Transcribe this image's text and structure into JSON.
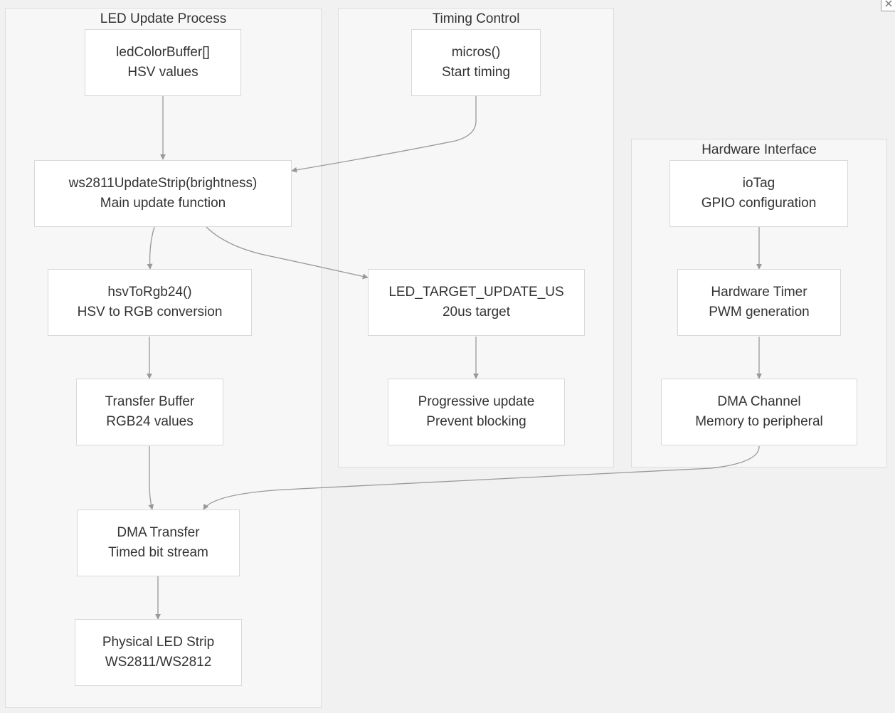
{
  "clusters": {
    "led_update": {
      "title": "LED Update Process"
    },
    "timing": {
      "title": "Timing Control"
    },
    "hardware": {
      "title": "Hardware Interface"
    }
  },
  "nodes": {
    "led_color_buffer": {
      "line1": "ledColorBuffer[]",
      "line2": "HSV values"
    },
    "update_strip": {
      "line1": "ws2811UpdateStrip(brightness)",
      "line2": "Main update function"
    },
    "hsv_to_rgb": {
      "line1": "hsvToRgb24()",
      "line2": "HSV to RGB conversion"
    },
    "transfer_buffer": {
      "line1": "Transfer Buffer",
      "line2": "RGB24 values"
    },
    "dma_transfer": {
      "line1": "DMA Transfer",
      "line2": "Timed bit stream"
    },
    "physical_strip": {
      "line1": "Physical LED Strip",
      "line2": "WS2811/WS2812"
    },
    "micros": {
      "line1": "micros()",
      "line2": "Start timing"
    },
    "target_update": {
      "line1": "LED_TARGET_UPDATE_US",
      "line2": "20us target"
    },
    "progressive": {
      "line1": "Progressive update",
      "line2": "Prevent blocking"
    },
    "io_tag": {
      "line1": "ioTag",
      "line2": "GPIO configuration"
    },
    "hw_timer": {
      "line1": "Hardware Timer",
      "line2": "PWM generation"
    },
    "dma_channel": {
      "line1": "DMA Channel",
      "line2": "Memory to peripheral"
    }
  },
  "edges": [
    {
      "from": "led_color_buffer",
      "to": "update_strip"
    },
    {
      "from": "micros",
      "to": "update_strip"
    },
    {
      "from": "update_strip",
      "to": "hsv_to_rgb"
    },
    {
      "from": "update_strip",
      "to": "target_update"
    },
    {
      "from": "hsv_to_rgb",
      "to": "transfer_buffer"
    },
    {
      "from": "transfer_buffer",
      "to": "dma_transfer"
    },
    {
      "from": "dma_transfer",
      "to": "physical_strip"
    },
    {
      "from": "target_update",
      "to": "progressive"
    },
    {
      "from": "io_tag",
      "to": "hw_timer"
    },
    {
      "from": "hw_timer",
      "to": "dma_channel"
    },
    {
      "from": "dma_channel",
      "to": "dma_transfer"
    }
  ],
  "colors": {
    "background": "#f2f1f1",
    "cluster_fill": "#f7f7f7",
    "node_fill": "#ffffff",
    "edge": "#999999",
    "text": "#333333"
  },
  "icons": {
    "corner": "close-icon"
  }
}
